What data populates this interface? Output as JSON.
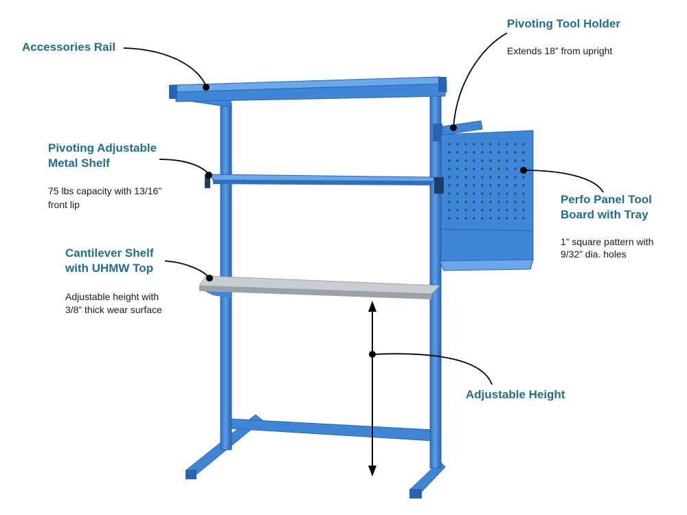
{
  "colors": {
    "frame": "#3f86d6",
    "frame_dark": "#2a63ad",
    "frame_light": "#6aa8ea",
    "shelf_top": "#c9ced3",
    "shelf_edge": "#9aa1a8",
    "label": "#1f6f8f",
    "text": "#1a1a1a"
  },
  "annotations": {
    "accessories_rail": {
      "title": "Accessories Rail"
    },
    "pivoting_tool_holder": {
      "title": "Pivoting Tool Holder",
      "desc": "Extends 18” from upright"
    },
    "pivoting_shelf": {
      "title_line1": "Pivoting Adjustable",
      "title_line2": "Metal Shelf",
      "desc_line1": "75 lbs capacity with 13/16”",
      "desc_line2": "front lip"
    },
    "perfo_panel": {
      "title_line1": "Perfo Panel Tool",
      "title_line2": "Board with Tray",
      "desc_line1": "1” square pattern with",
      "desc_line2": "9/32” dia. holes"
    },
    "cantilever_shelf": {
      "title_line1": "Cantilever Shelf",
      "title_line2": "with UHMW Top",
      "desc_line1": "Adjustable height with",
      "desc_line2": "3/8” thick wear surface"
    },
    "adjustable_height": {
      "title": "Adjustable Height"
    }
  }
}
